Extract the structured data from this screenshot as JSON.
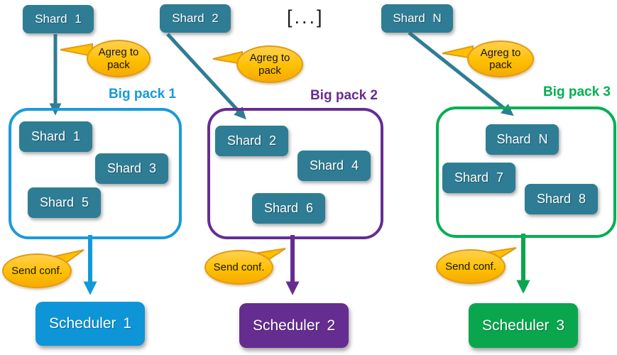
{
  "diagram": {
    "ellipsis": "[...]",
    "colors": {
      "shard_teal": "#2e7d95",
      "arrow_teal": "#2e7d95",
      "blue": "#0f9ad9",
      "purple": "#662d91",
      "green": "#0aa64e",
      "pack1_border": "#1b9ad8",
      "pack2_border": "#662d91",
      "pack3_border": "#00b050",
      "bubble_fill": "#ffc000",
      "bubble_border": "#e29a16"
    },
    "top_shards": [
      {
        "label": "Shard 1"
      },
      {
        "label": "Shard 2"
      },
      {
        "label": "Shard N"
      }
    ],
    "callouts": {
      "agreg": "Agreg to pack",
      "send": "Send conf."
    },
    "packs": [
      {
        "label": "Big pack 1",
        "shards": [
          "Shard 1",
          "Shard 3",
          "Shard 5"
        ],
        "scheduler": "Scheduler 1"
      },
      {
        "label": "Big pack 2",
        "shards": [
          "Shard 2",
          "Shard 4",
          "Shard 6"
        ],
        "scheduler": "Scheduler 2"
      },
      {
        "label": "Big pack 3",
        "shards": [
          "Shard N",
          "Shard 7",
          "Shard 8"
        ],
        "scheduler": "Scheduler 3"
      }
    ]
  }
}
